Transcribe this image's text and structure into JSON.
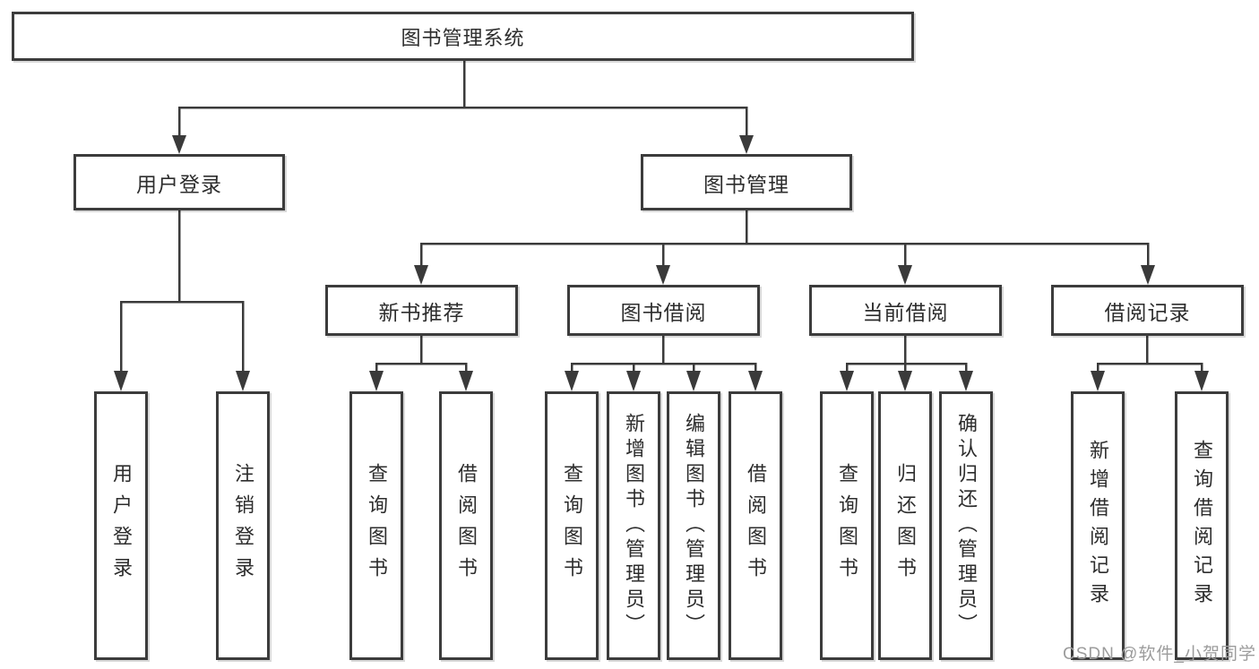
{
  "nodes": {
    "root": "图书管理系统",
    "branches": [
      "用户登录",
      "图书管理"
    ],
    "modules": [
      "新书推荐",
      "图书借阅",
      "当前借阅",
      "借阅记录"
    ],
    "functions": [
      "用户登录",
      "注销登录",
      "查询图书",
      "借阅图书",
      "查询图书",
      "新增图书（管理员）",
      "编辑图书（管理员）",
      "借阅图书",
      "查询图书",
      "归还图书",
      "确认归还（管理员）",
      "新增借阅记录",
      "查询借阅记录"
    ]
  },
  "watermark": {
    "text": "CSDN @软件_小贺同学"
  },
  "colors": {
    "background": "#ffffff",
    "line": "#3a3a3a",
    "box_border": "#3c3c3c",
    "box_fill": "#ffffff",
    "text": "#2d2d2d",
    "watermark": "#9c9c9c"
  }
}
